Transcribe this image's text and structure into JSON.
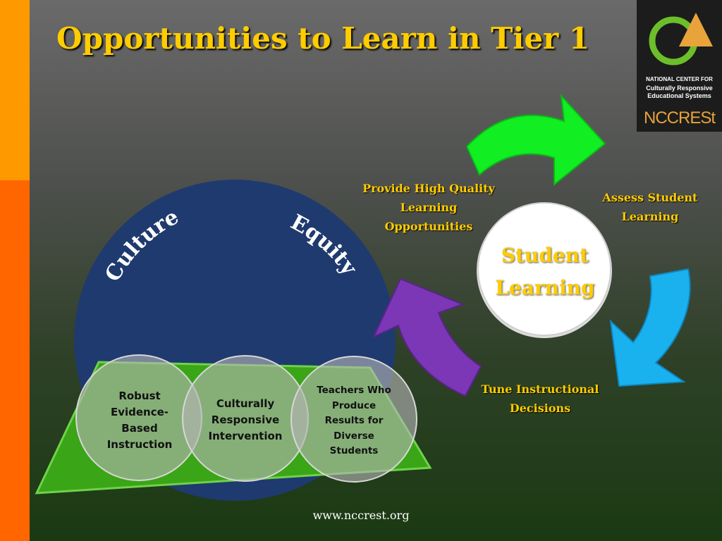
{
  "slide": {
    "title": "Opportunities to Learn in Tier 1",
    "footer": "www.nccrest.org"
  },
  "logo": {
    "line1": "NATIONAL CENTER FOR",
    "line2": "Culturally Responsive",
    "line3": "Educational Systems",
    "abbr": "NCCRESt"
  },
  "circle_labels": {
    "left": "Culture",
    "right": "Equity"
  },
  "pillars": [
    {
      "text": "Robust Evidence- Based Instruction"
    },
    {
      "text": "Culturally Responsive Intervention"
    },
    {
      "text": "Teachers Who Produce Results for Diverse Students"
    }
  ],
  "cycle": {
    "center_line1": "Student",
    "center_line2": "Learning",
    "step_provide_1": "Provide High Quality",
    "step_provide_2": "Learning",
    "step_provide_3": "Opportunities",
    "step_assess_1": "Assess Student",
    "step_assess_2": "Learning",
    "step_tune_1": "Tune Instructional",
    "step_tune_2": "Decisions"
  },
  "colors": {
    "orange_bar_top": "#ff9900",
    "orange_bar_bottom": "#ff6600",
    "title": "#ffcc00",
    "navy_circle": "#1f3a6e",
    "platform_green": "#3aa516",
    "arrow_green": "#11ee22",
    "arrow_blue": "#1ab2ee",
    "arrow_purple": "#7b37b5"
  }
}
